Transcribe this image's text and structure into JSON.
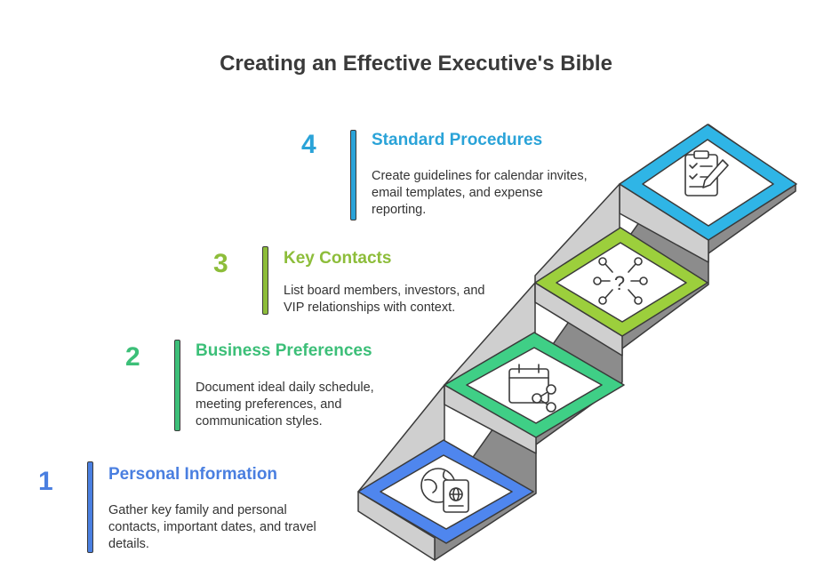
{
  "title": "Creating an Effective Executive's Bible",
  "steps": [
    {
      "number": "1",
      "heading": "Personal Information",
      "description": "Gather key family and personal contacts, important dates, and travel details.",
      "color": "#4a7fe0",
      "icon": "globe-passport-icon"
    },
    {
      "number": "2",
      "heading": "Business Preferences",
      "description": "Document ideal daily schedule, meeting preferences, and communication styles.",
      "color": "#3cbf78",
      "icon": "calendar-share-icon"
    },
    {
      "number": "3",
      "heading": "Key Contacts",
      "description": "List board members, investors, and VIP relationships with context.",
      "color": "#8dbd3a",
      "icon": "question-network-icon"
    },
    {
      "number": "4",
      "heading": "Standard Procedures",
      "description": "Create guidelines for calendar invites, email templates, and expense reporting.",
      "color": "#2aa3d8",
      "icon": "clipboard-pencil-icon"
    }
  ]
}
